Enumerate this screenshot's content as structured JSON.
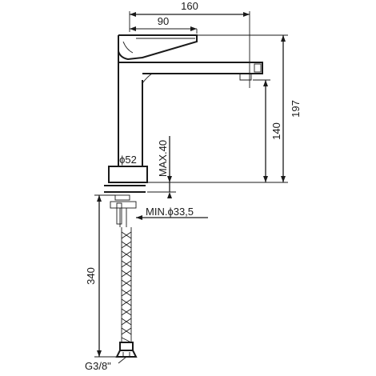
{
  "dimensions": {
    "overall_length": "160",
    "lever_length": "90",
    "overall_height": "197",
    "spout_height": "140",
    "base_diameter": "ϕ52",
    "max_deck_thickness": "MAX.40",
    "min_hole_diameter": "MIN.ϕ33,5",
    "hose_length": "340",
    "connection_thread": "G3/8\""
  },
  "colors": {
    "line": "#1a1a1a",
    "background": "#ffffff"
  }
}
